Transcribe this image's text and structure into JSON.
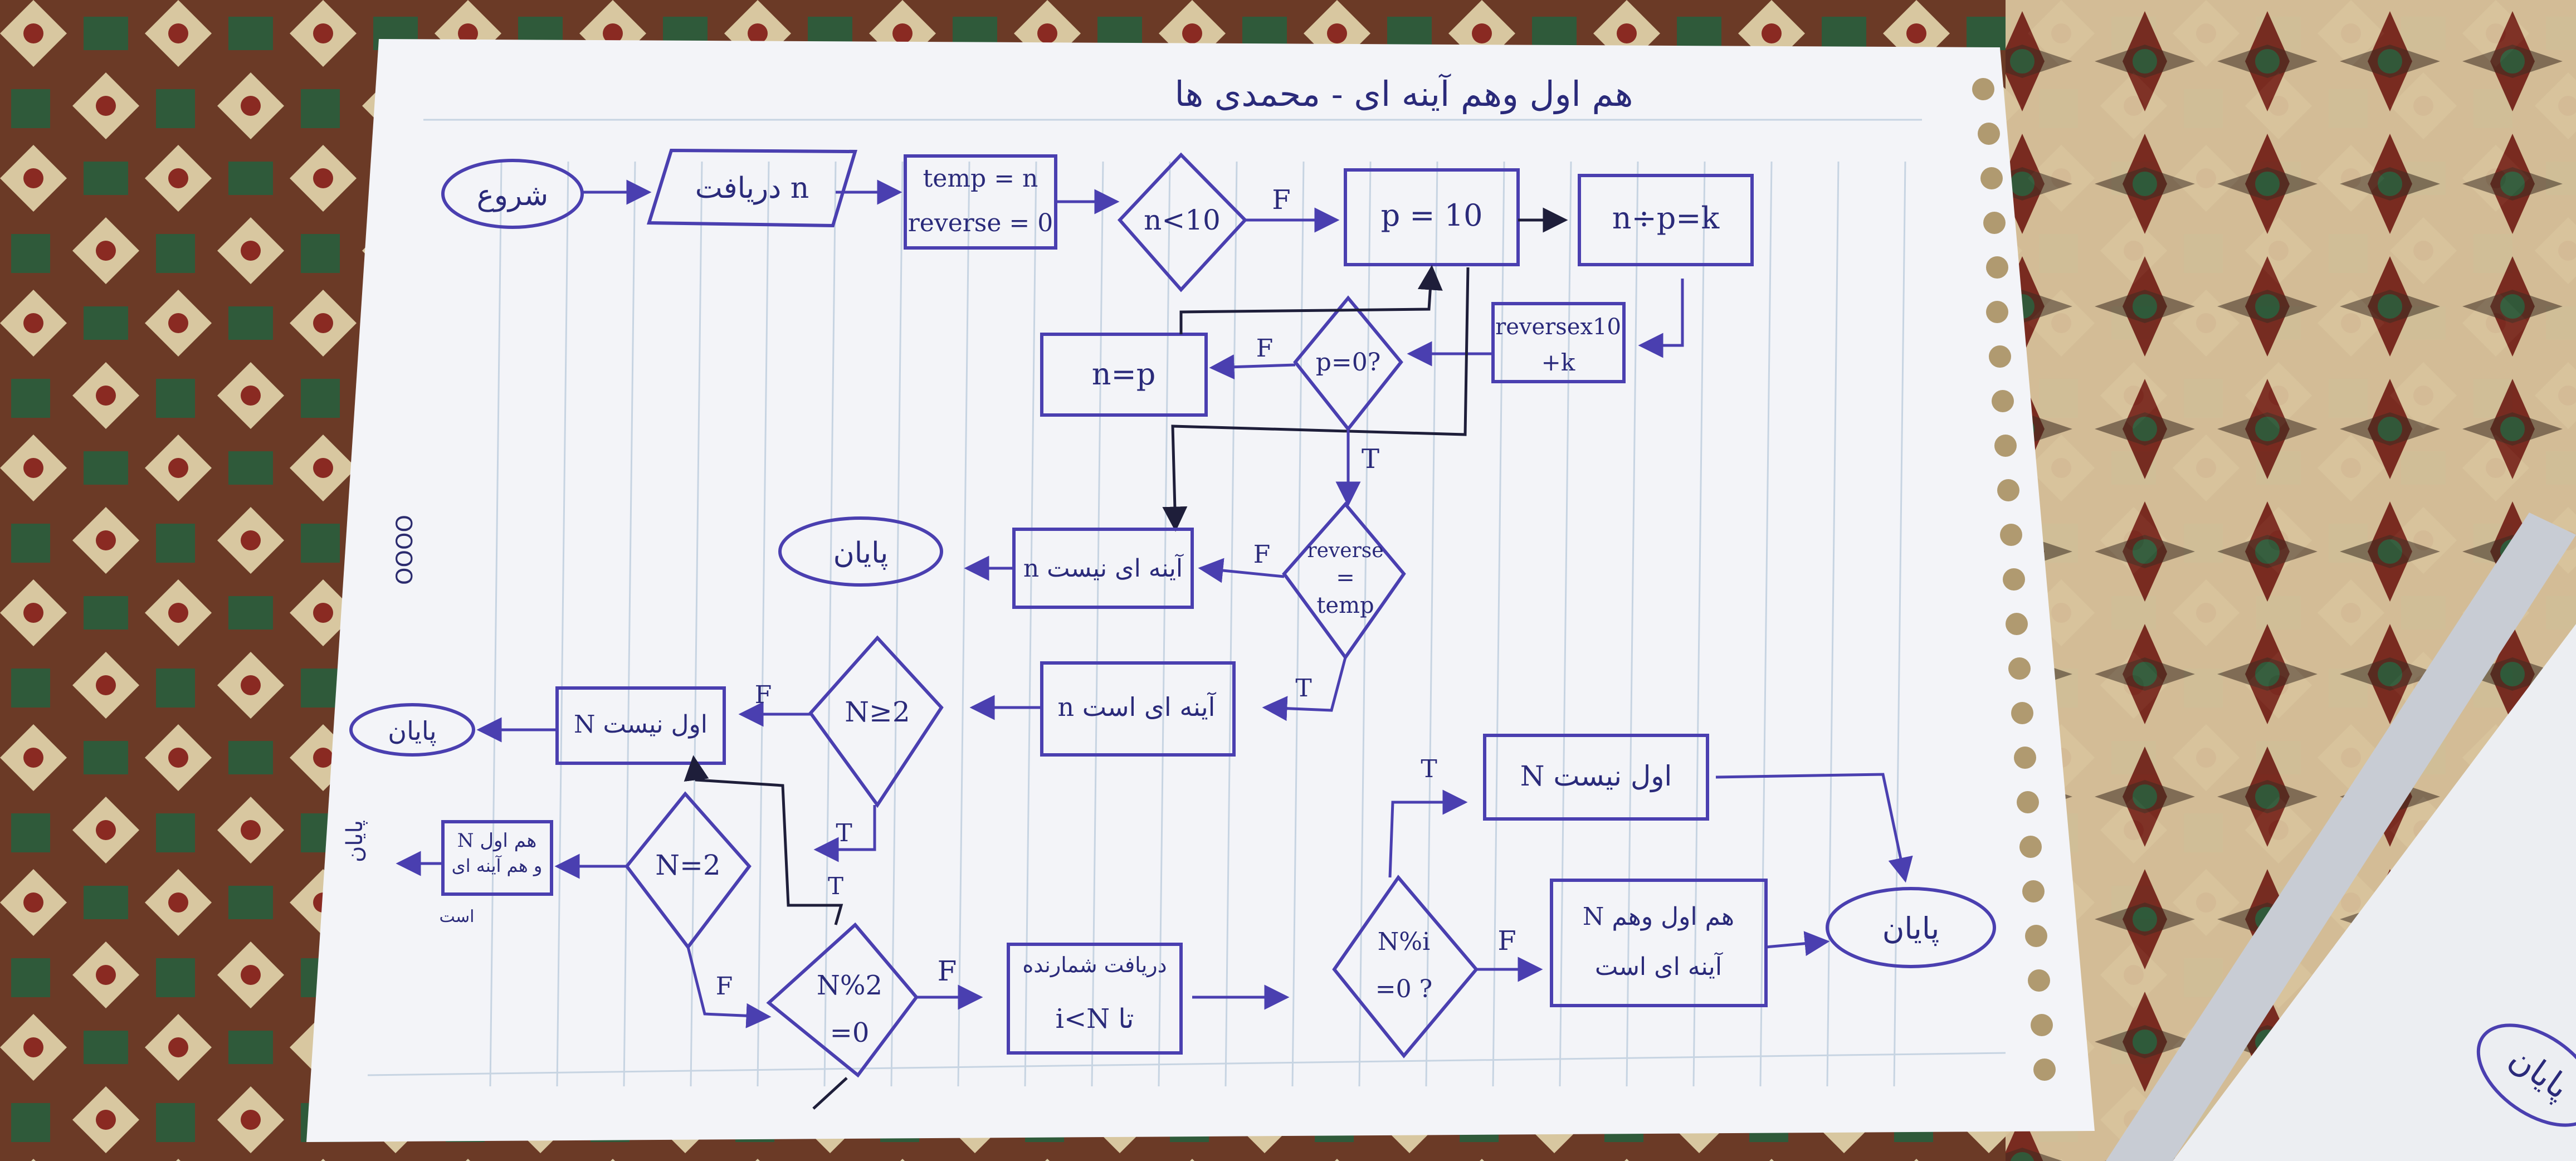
{
  "title": "هم اول وهم آینه ای - محمدی ها",
  "side_mark": "ΟΟΟΟ",
  "nodes": {
    "start": "شروع",
    "input_n": "دریافت n",
    "temp_a": "temp = n",
    "temp_b": "reverse = 0",
    "cond_n10": "n<10",
    "p_assign": "p = 10",
    "n_div": "n÷p=k",
    "rev_a": "reversex10",
    "rev_b": "+k",
    "p_check": "p=0?",
    "n_eq_p": "n=p",
    "rev_eq_a": "reverse",
    "rev_eq_b": "=",
    "rev_eq_c": "temp",
    "not_mirror": "n آینه ای نیست",
    "end1": "پایان",
    "is_mirror": "n آینه ای است",
    "n_ge2": "N≥2",
    "not_prime": "N اول نیست",
    "end2": "پایان",
    "n_eq2": "N=2",
    "both_prime_a": "N هم اول",
    "both_prime_b": "و هم آینه ای",
    "both_prime_c": "است",
    "end_side": "پایان",
    "mod2_a": "N%2",
    "mod2_b": "=0",
    "loop_a": "دریافت شمارنده",
    "loop_b": "i<N تا",
    "modi_a": "N%i",
    "modi_b": "=0 ?",
    "not_prime2": "N اول نیست",
    "both_a": "N هم اول وهم",
    "both_b": "آینه ای است",
    "end3": "پایان",
    "notebook_end": "پایان"
  },
  "labels": {
    "f": "F",
    "t": "T"
  },
  "colors": {
    "ink_blue": "#4a3fb0",
    "ink_dark": "#1e1e3a",
    "paper": "#f3f4f8",
    "rug_dark": "#5a2a1e",
    "rug_beige": "#d8c7a0",
    "rug_green": "#2f5a3a"
  }
}
